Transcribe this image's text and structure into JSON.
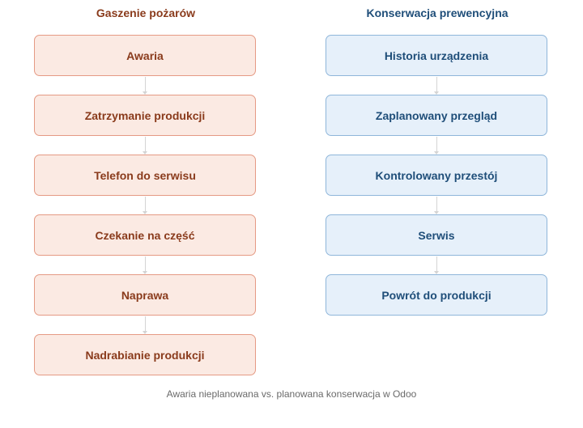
{
  "left": {
    "title": "Gaszenie pożarów",
    "steps": [
      "Awaria",
      "Zatrzymanie produkcji",
      "Telefon do serwisu",
      "Czekanie na część",
      "Naprawa",
      "Nadrabianie produkcji"
    ]
  },
  "right": {
    "title": "Konserwacja prewencyjna",
    "steps": [
      "Historia urządzenia",
      "Zaplanowany przegląd",
      "Kontrolowany przestój",
      "Serwis",
      "Powrót do produkcji"
    ]
  },
  "caption": "Awaria nieplanowana vs. planowana konserwacja w Odoo",
  "colors": {
    "left_fill": "#fbeae3",
    "left_border": "#e59a84",
    "left_text": "#8a3b1c",
    "right_fill": "#e6f0fa",
    "right_border": "#8fb6da",
    "right_text": "#1f4e79"
  }
}
